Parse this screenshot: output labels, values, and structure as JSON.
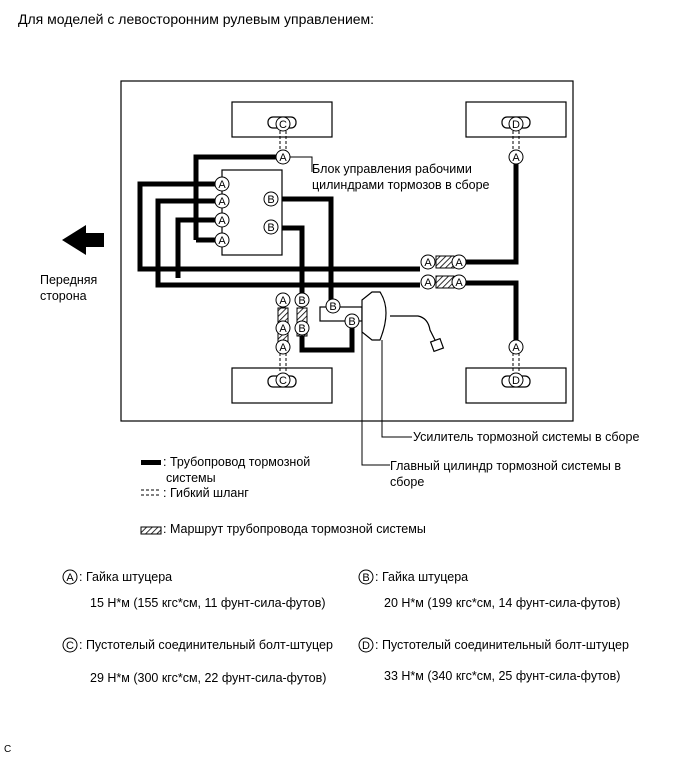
{
  "title": "Для моделей с левосторонним рулевым управлением:",
  "front_label_line1": "Передняя",
  "front_label_line2": "сторона",
  "callouts": {
    "control_unit_line1": "Блок управления рабочими",
    "control_unit_line2": "цилиндрами тормозов в сборе",
    "booster": "Усилитель тормозной системы в сборе",
    "master_cyl_line1": "Главный цилиндр тормозной системы в",
    "master_cyl_line2": "сборе"
  },
  "legend": {
    "pipe_line1": ": Трубопровод тормозной",
    "pipe_line2": "системы",
    "hose": ": Гибкий шланг",
    "route": ": Маршрут трубопровода тормозной системы"
  },
  "markers": {
    "A": "A",
    "B": "B",
    "C": "C",
    "D": "D"
  },
  "torque": {
    "a_name": ": Гайка штуцера",
    "a_value": "15 Н*м (155 кгс*см, 11 фунт-сила-футов)",
    "b_name": ": Гайка штуцера",
    "b_value": "20 Н*м (199 кгс*см, 14 фунт-сила-футов)",
    "c_name": ": Пустотелый соединительный болт-штуцер",
    "c_value": "29 Н*м (300 кгс*см, 22 фунт-сила-футов)",
    "d_name": ": Пустотелый соединительный болт-штуцер",
    "d_value": "33 Н*м (340 кгс*см, 25 фунт-сила-футов)"
  },
  "footer_code": "C",
  "colors": {
    "line": "#000000",
    "background": "#ffffff"
  }
}
